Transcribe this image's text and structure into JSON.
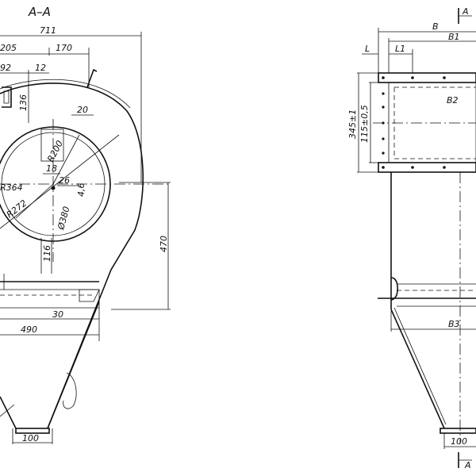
{
  "left_view": {
    "section_title": "A–A",
    "dims": {
      "overall_width": "711",
      "top_left": "205",
      "top_mid": "170",
      "offset_a": "92",
      "offset_b": "12",
      "inlet_height": "136",
      "chamfer": "20",
      "radius_outer": "R364",
      "radius_mid": "R272",
      "radius_inner": "R200",
      "center_x": "18",
      "center_y": "26",
      "offset_c": "4,6",
      "diameter": "Ø380",
      "vertical_116": "116",
      "height_470": "470",
      "dim_30": "30",
      "width_490": "490",
      "outlet_width": "100"
    }
  },
  "right_view": {
    "dims": {
      "B": "B",
      "B1": "B1",
      "L": "L",
      "L1": "L1",
      "B2": "B2",
      "B3": "B3",
      "h_345": "345±1",
      "h_115": "115±0,5",
      "outlet_width": "100"
    },
    "section_mark": "A"
  }
}
